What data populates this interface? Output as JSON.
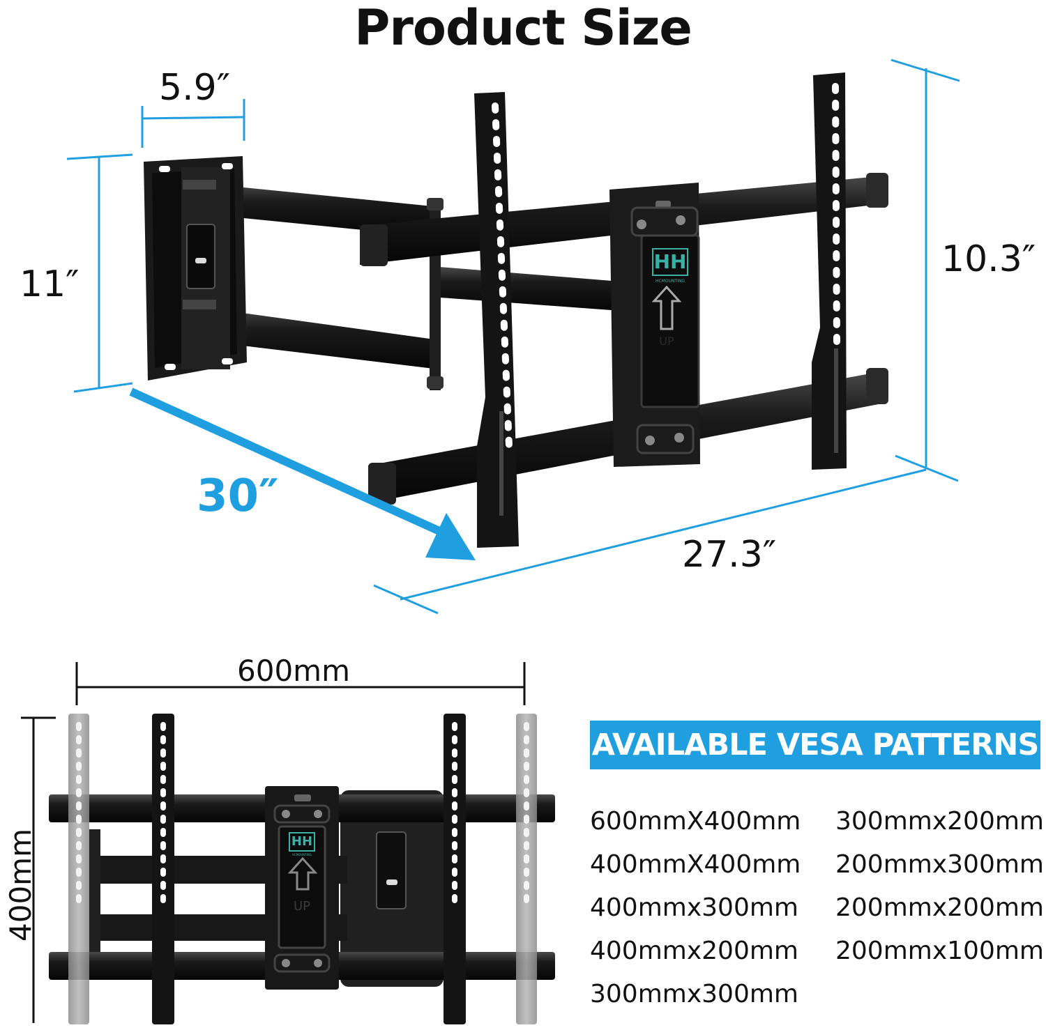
{
  "page": {
    "title": "Product Size",
    "accent_color": "#1f9fe0",
    "bracket_color": "#161616"
  },
  "dimensions": {
    "plate_width": "5.9″",
    "plate_height": "11″",
    "extension": "30″",
    "bracket_width": "27.3″",
    "bracket_height": "10.3″",
    "vesa_width": "600mm",
    "vesa_height": "400mm"
  },
  "logo": {
    "mark": "HH",
    "text": "HCMOUNTING"
  },
  "arrow_label": "UP",
  "vesa": {
    "heading": "AVAILABLE VESA PATTERNS",
    "column_left": [
      "600mmX400mm",
      "400mmX400mm",
      "400mmx300mm",
      "400mmx200mm",
      "300mmx300mm"
    ],
    "column_right": [
      "300mmx200mm",
      "200mmx300mm",
      "200mmx200mm",
      "200mmx100mm"
    ]
  }
}
